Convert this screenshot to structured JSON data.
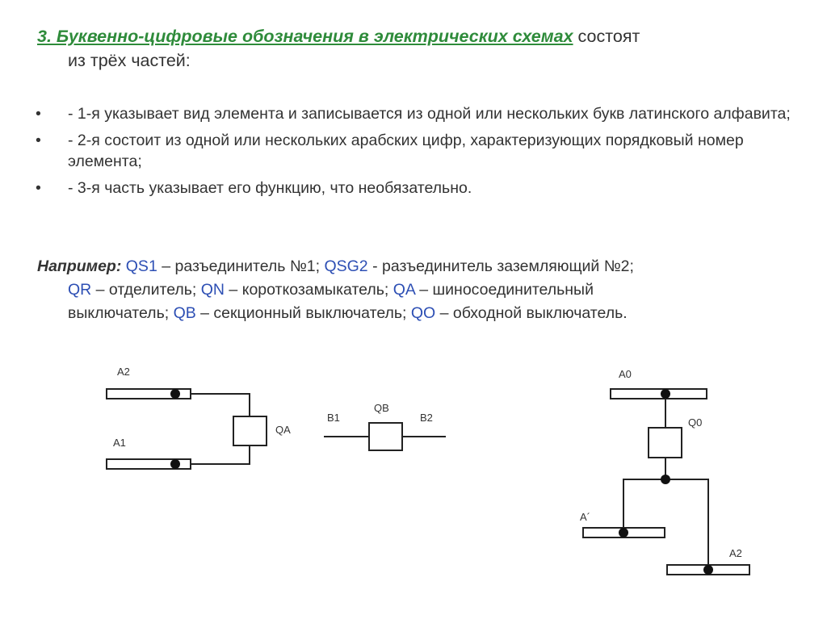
{
  "heading": {
    "title": "3. Буквенно-цифровые обозначения в электрических схемах",
    "rest_line1": " состоят",
    "line2": "из трёх частей:"
  },
  "bullets": [
    {
      "marker": "•",
      "text": "- 1-я указывает вид элемента и записывается из одной или нескольких букв латинского алфавита;"
    },
    {
      "marker": "•",
      "text": "- 2-я состоит из одной или нескольких арабских цифр, характеризующих порядковый номер элемента;"
    },
    {
      "marker": "•",
      "text": "- 3-я часть указывает его функцию, что необязательно."
    }
  ],
  "example": {
    "lead": "Например:",
    "items": [
      {
        "code": "QS1",
        "desc": " – разъединитель №1; "
      },
      {
        "code": "QSG2",
        "desc": " - разъединитель заземляющий №2;"
      },
      {
        "code": "QR",
        "desc": " – отделитель; "
      },
      {
        "code": "QN",
        "desc": " – короткозамыкатель; "
      },
      {
        "code": "QA",
        "desc": " – шиносоединительный"
      },
      {
        "code": "",
        "desc": "выключатель; "
      },
      {
        "code": "QB",
        "desc": " – секционный выключатель; "
      },
      {
        "code": "QO",
        "desc": " – обходной выключатель."
      }
    ]
  },
  "diagram": {
    "left": {
      "bus_top": "A2",
      "bus_bottom": "A1",
      "breaker": "QA"
    },
    "middle": {
      "left": "B1",
      "breaker": "QB",
      "right": "B2"
    },
    "right": {
      "bus_top": "A0",
      "breaker": "Q0",
      "bus_mid": "A´",
      "bus_bottom": "A2"
    }
  }
}
